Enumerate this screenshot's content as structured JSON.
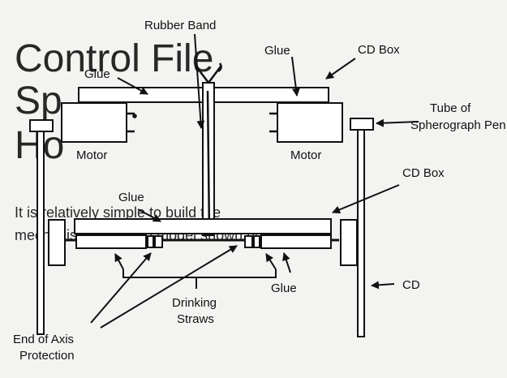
{
  "colors": {
    "ink": "#111111",
    "paper": "#f3f3f1",
    "ghost": "#dcdcda"
  },
  "labels": {
    "rubber_band": "Rubber Band",
    "glue_top_left": "Glue",
    "glue_top_right": "Glue",
    "cd_box_top": "CD Box",
    "tube_line1": "Tube of",
    "tube_line2": "Spherograph Pen",
    "motor_left": "Motor",
    "motor_right": "Motor",
    "cd_box_mid": "CD Box",
    "glue_mid": "Glue",
    "glue_bottom": "Glue",
    "drinking_line1": "Drinking",
    "drinking_line2": "Straws",
    "cd": "CD",
    "end_axis_line1": "End of Axis",
    "end_axis_line2": "Protection"
  }
}
